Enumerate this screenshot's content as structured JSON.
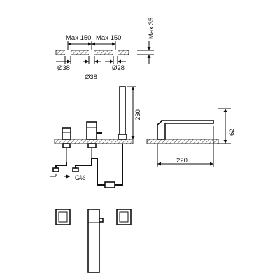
{
  "dimensions": {
    "max_height": "Max.35",
    "max_spacing_left": "Max 150",
    "max_spacing_right": "Max 150",
    "hole_left": "Ø38",
    "hole_center": "Ø38",
    "hole_right": "Ø28",
    "hose_height": "230",
    "thread": "G½",
    "spout_height": "62",
    "spout_length": "220"
  },
  "colors": {
    "line": "#111111",
    "background": "#ffffff"
  }
}
